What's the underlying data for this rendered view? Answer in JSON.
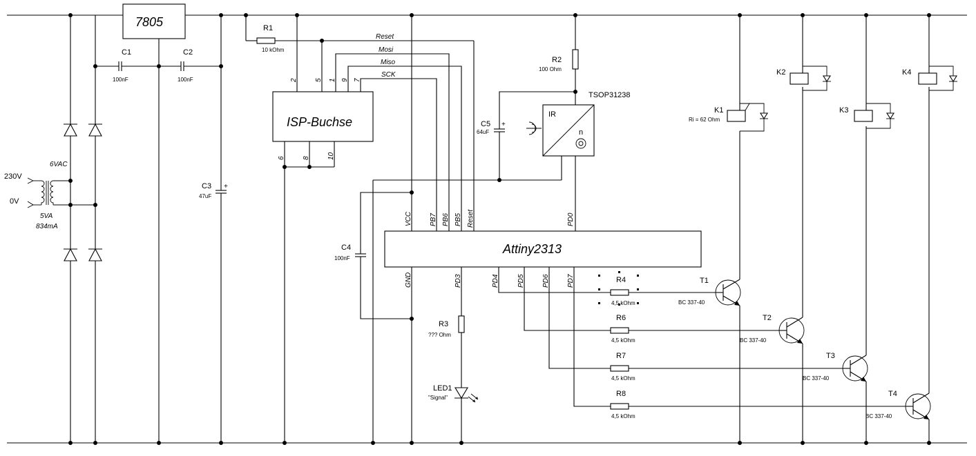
{
  "regulator": {
    "label": "7805"
  },
  "isp": {
    "label": "ISP-Buchse",
    "pins": {
      "p2": "2",
      "p5": "5",
      "p1": "1",
      "p9": "9",
      "p7": "7",
      "p6": "6",
      "p8": "8",
      "p10": "10"
    },
    "signals": {
      "reset": "Reset",
      "mosi": "Mosi",
      "miso": "Miso",
      "sck": "SCK"
    }
  },
  "mcu": {
    "label": "Attiny2313",
    "pins": {
      "vcc": "VCC",
      "pb7": "PB7",
      "pb6": "PB6",
      "pb5": "PB5",
      "reset": "Reset",
      "pd0": "PD0",
      "gnd": "GND",
      "pd3": "PD3",
      "pd4": "PD4",
      "pd5": "PD5",
      "pd6": "PD6",
      "pd7": "PD7"
    }
  },
  "ir_receiver": {
    "label": "TSOP31238",
    "ir": "IR",
    "n": "n"
  },
  "transformer": {
    "in_high": "230V",
    "in_low": "0V",
    "secondary": "6VAC",
    "power": "5VA",
    "current": "834mA"
  },
  "components": {
    "r1": {
      "name": "R1",
      "value": "10 kOhm"
    },
    "r2": {
      "name": "R2",
      "value": "100 Ohm"
    },
    "r3": {
      "name": "R3",
      "value": "??? Ohm"
    },
    "r4": {
      "name": "R4",
      "value": "4,5 kOhm"
    },
    "r6": {
      "name": "R6",
      "value": "4,5 kOhm"
    },
    "r7": {
      "name": "R7",
      "value": "4,5 kOhm"
    },
    "r8": {
      "name": "R8",
      "value": "4,5 kOhm"
    },
    "c1": {
      "name": "C1",
      "value": "100nF"
    },
    "c2": {
      "name": "C2",
      "value": "100nF"
    },
    "c3": {
      "name": "C3",
      "value": "47uF"
    },
    "c4": {
      "name": "C4",
      "value": "100nF"
    },
    "c5": {
      "name": "C5",
      "value": "64uF"
    },
    "led1": {
      "name": "LED1",
      "value": "\"Signal\""
    },
    "k1": {
      "name": "K1",
      "value": "Ri = 62 Ohm"
    },
    "k2": {
      "name": "K2"
    },
    "k3": {
      "name": "K3"
    },
    "k4": {
      "name": "K4"
    },
    "t1": {
      "name": "T1",
      "value": "BC 337-40"
    },
    "t2": {
      "name": "T2",
      "value": "BC 337-40"
    },
    "t3": {
      "name": "T3",
      "value": "BC 337-40"
    },
    "t4": {
      "name": "T4",
      "value": "BC 337-40"
    }
  },
  "polarity": {
    "plus": "+"
  }
}
